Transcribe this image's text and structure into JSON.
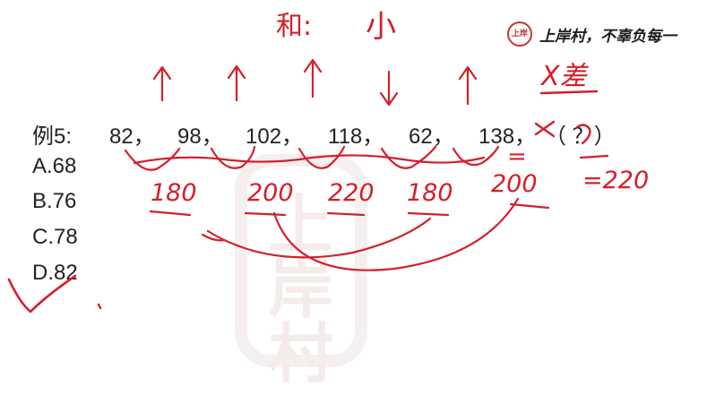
{
  "brand": {
    "seal_text": "上岸",
    "slogan": "上岸村，不辜负每一"
  },
  "watermark": {
    "chars": [
      "上",
      "岸",
      "村"
    ]
  },
  "question": {
    "label": "例5:",
    "sequence": [
      "82，",
      "98，",
      "102，",
      "118，",
      "62，",
      "138，",
      "（ ？）"
    ]
  },
  "options": [
    "A.68",
    "B.76",
    "C.78",
    "D.82"
  ],
  "annotations": {
    "heading_he": "和:",
    "heading_xiao": "小",
    "cuo": "X差",
    "sums": [
      "180",
      "200",
      "220",
      "180",
      "200"
    ],
    "eq_220": "=220",
    "eq_200": "="
  }
}
